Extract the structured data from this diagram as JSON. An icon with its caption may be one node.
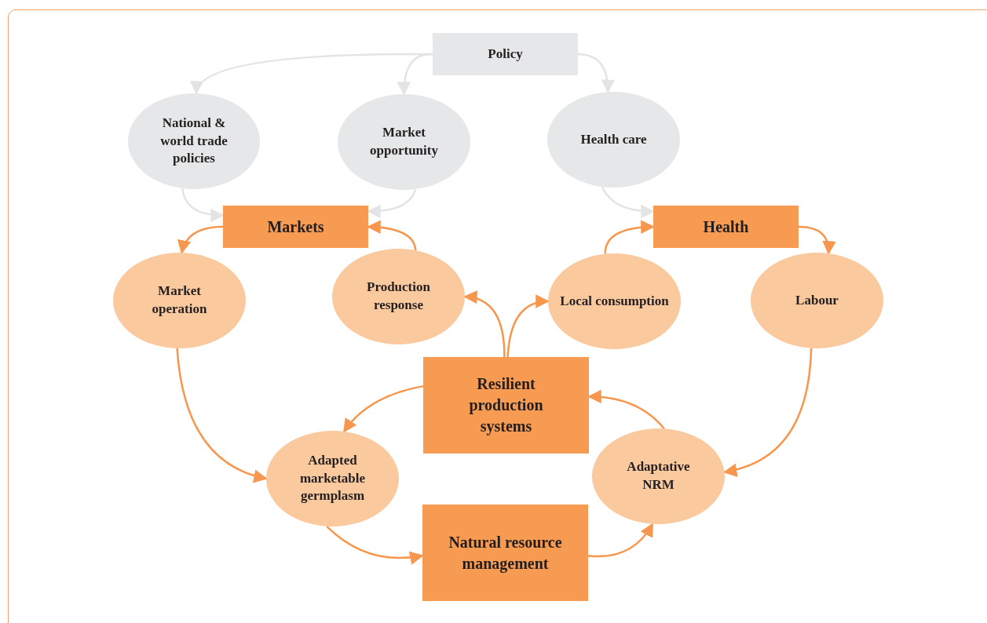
{
  "diagram": {
    "nodes": [
      {
        "text": [
          "Policy"
        ]
      },
      {
        "text": [
          "National & world trade policies"
        ]
      },
      {
        "text": [
          "Market opportunity"
        ]
      },
      {
        "text": [
          "Health care"
        ]
      },
      {
        "text": [
          "Markets"
        ]
      },
      {
        "text": [
          "Health"
        ]
      },
      {
        "text": [
          "Market operation"
        ]
      },
      {
        "text": [
          "Production response"
        ]
      },
      {
        "text": [
          "Local consumption"
        ]
      },
      {
        "text": [
          "Labour"
        ]
      },
      {
        "text": [
          "Resilient production systems"
        ]
      },
      {
        "text": [
          "Adapted marketable germplasm"
        ]
      },
      {
        "text": [
          "Adaptative NRM"
        ]
      },
      {
        "text": [
          "Natural resource management"
        ]
      }
    ],
    "edges": [
      {
        "from": 0,
        "to": 1,
        "arrow": "to",
        "color": "#e3e4e6"
      },
      {
        "from": 0,
        "to": 2,
        "arrow": "to",
        "color": "#e3e4e6"
      },
      {
        "from": 0,
        "to": 3,
        "arrow": "to",
        "color": "#e3e4e6"
      },
      {
        "from": 1,
        "to": 4,
        "arrow": "to",
        "color": "#e3e4e6"
      },
      {
        "from": 2,
        "to": 4,
        "arrow": "to",
        "color": "#e3e4e6"
      },
      {
        "from": 3,
        "to": 5,
        "arrow": "to",
        "color": "#e3e4e6"
      },
      {
        "from": 4,
        "to": 6,
        "arrow": "to"
      },
      {
        "from": 7,
        "to": 4,
        "arrow": "to"
      },
      {
        "from": 8,
        "to": 5,
        "arrow": "to"
      },
      {
        "from": 5,
        "to": 9,
        "arrow": "to"
      },
      {
        "from": 6,
        "to": 11,
        "arrow": "to"
      },
      {
        "from": 9,
        "to": 12,
        "arrow": "to"
      },
      {
        "from": 10,
        "to": 7,
        "arrow": "to"
      },
      {
        "from": 10,
        "to": 8,
        "arrow": "to"
      },
      {
        "from": 10,
        "to": 11,
        "arrow": "to"
      },
      {
        "from": 12,
        "to": 10,
        "arrow": "to"
      },
      {
        "from": 11,
        "to": 13,
        "arrow": "to"
      },
      {
        "from": 13,
        "to": 12,
        "arrow": "to"
      }
    ]
  }
}
